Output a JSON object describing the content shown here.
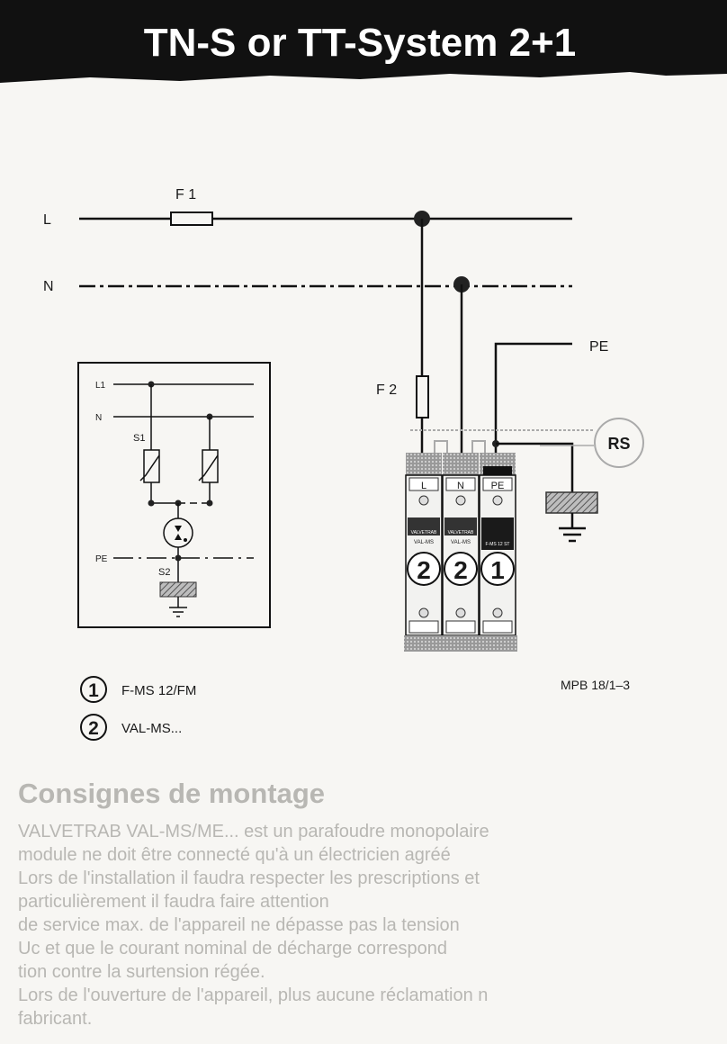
{
  "header": {
    "title": "TN-S or TT-System 2+1"
  },
  "bleed_through": {
    "heading": "Consignes de montage",
    "lines": [
      "VALVETRAB VAL-MS/ME... est un parafoudre monopolaire",
      "module ne doit être connecté qu'à un électricien agréé",
      "Lors de l'installation il faudra respecter les prescriptions et",
      "particulièrement il faudra faire attention",
      "de service max. de l'appareil ne dépasse pas la tension",
      "Uc et que le courant nominal de décharge correspond",
      "tion contre la surtension régée.",
      "Lors de l'ouverture de l'appareil, plus aucune réclamation n",
      "fabricant."
    ]
  },
  "main_diagram": {
    "line_L": "L",
    "line_N": "N",
    "line_PE": "PE",
    "fuse1": "F 1",
    "fuse2": "F 2",
    "rs": "RS",
    "modules": [
      {
        "label": "L",
        "brand": "VALVETRAB",
        "type": "VAL-MS",
        "number": "2"
      },
      {
        "label": "N",
        "brand": "VALVETRAB",
        "type": "VAL-MS",
        "number": "2"
      },
      {
        "label": "PE",
        "brand": "",
        "type": "F-MS 12 ST",
        "number": "1"
      }
    ]
  },
  "schematic": {
    "l1": "L1",
    "n": "N",
    "pe": "PE",
    "s1": "S1",
    "s2": "S2"
  },
  "legend": [
    {
      "number": "1",
      "text": "F-MS 12/FM"
    },
    {
      "number": "2",
      "text": "VAL-MS..."
    }
  ],
  "reference": "MPB 18/1–3"
}
